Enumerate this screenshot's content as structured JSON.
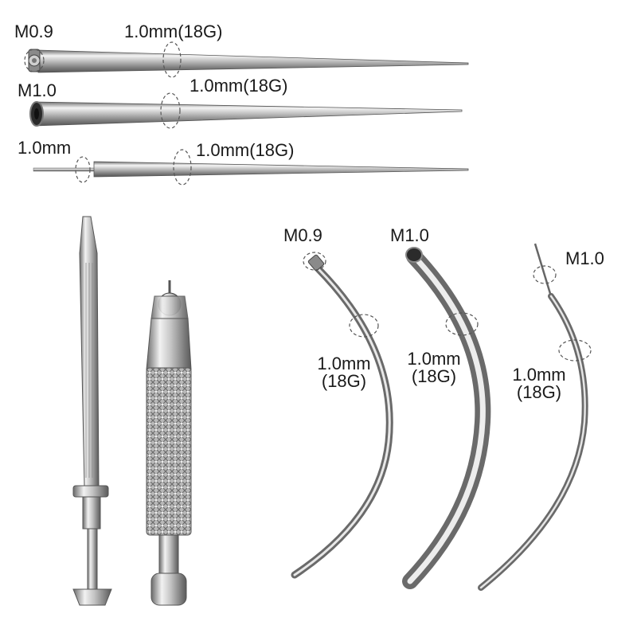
{
  "top_tapers": [
    {
      "thread_label": "M0.9",
      "gauge_label": "1.0mm(18G)"
    },
    {
      "thread_label": "M1.0",
      "gauge_label": "1.0mm(18G)"
    },
    {
      "thread_label": "1.0mm",
      "gauge_label": "1.0mm(18G)"
    }
  ],
  "curved_tapers": [
    {
      "thread_label": "M0.9",
      "gauge_line1": "1.0mm",
      "gauge_line2": "(18G)"
    },
    {
      "thread_label": "M1.0",
      "gauge_line1": "1.0mm",
      "gauge_line2": "(18G)"
    },
    {
      "thread_label": "M1.0",
      "gauge_line1": "1.0mm",
      "gauge_line2": "(18G)"
    }
  ]
}
